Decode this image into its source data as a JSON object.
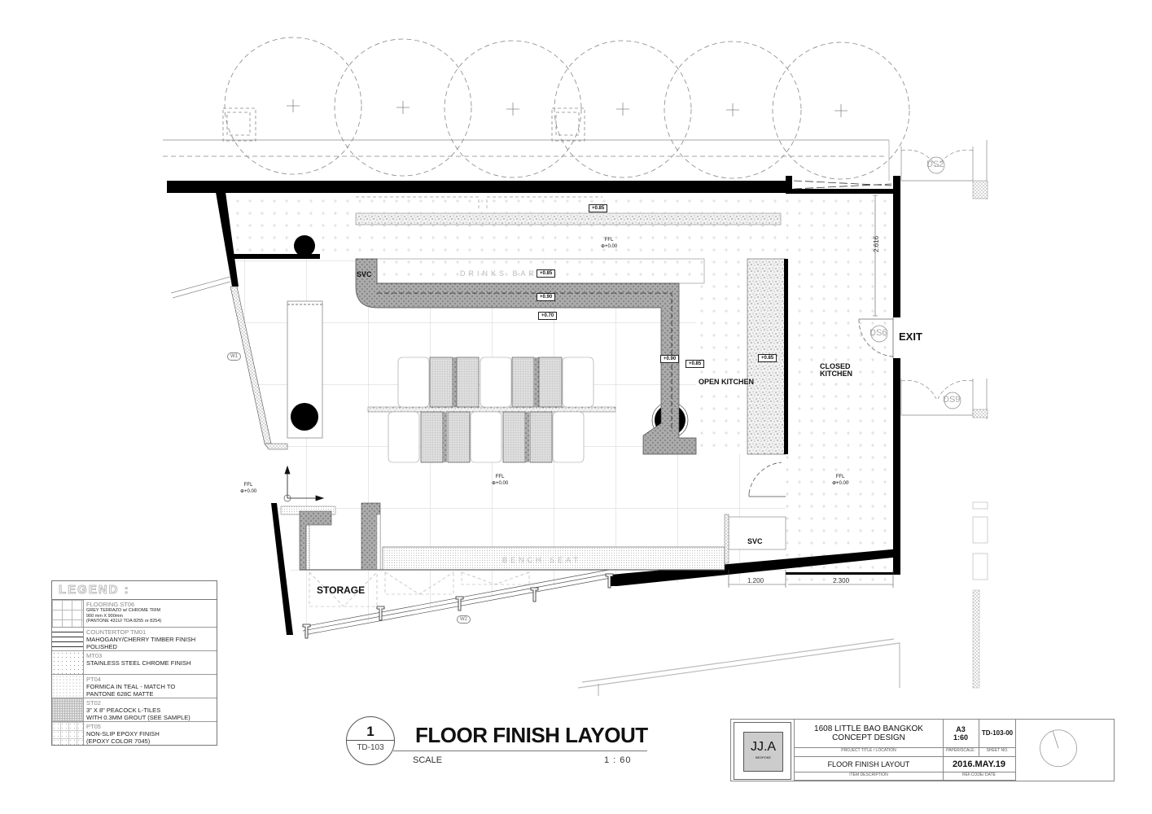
{
  "drawing": {
    "title": "FLOOR FINISH LAYOUT",
    "number": "1",
    "sheet_ref": "TD-103",
    "scale_label": "SCALE",
    "scale_value": "1 : 60"
  },
  "rooms": {
    "drinks_bar": "DRINKS BAR",
    "open_kitchen": "OPEN KITCHEN",
    "closed_kitchen_1": "CLOSED",
    "closed_kitchen_2": "KITCHEN",
    "storage": "STORAGE",
    "bench_seat": "BENCH SEAT",
    "svc_bar": "SVC",
    "svc_corner": "SVC",
    "exit": "EXIT"
  },
  "levels": {
    "top_counter": "+0.85",
    "drinks_bar_top": "+0.85",
    "drinks_bar_mid": "+0.90",
    "drinks_bar_low": "+0.70",
    "kitchen_counter_a": "+0.90",
    "kitchen_counter_b": "+0.85",
    "kitchen_island": "+0.85"
  },
  "ffl_markers": [
    {
      "label": "FFL",
      "value": "+0.00"
    },
    {
      "label": "FFL",
      "value": "+0.00"
    },
    {
      "label": "FFL",
      "value": "+0.00"
    },
    {
      "label": "FFL",
      "value": "+0.00"
    }
  ],
  "dimensions": {
    "svc_width": "1.200",
    "kitchen_width": "2.300",
    "exit_corridor": "2.616"
  },
  "tags": {
    "window_1": "W1",
    "window_2": "W2",
    "door_2": "DS2",
    "door_6": "DS6",
    "door_9": "DS9"
  },
  "legend": {
    "title": "LEGEND :",
    "items": [
      {
        "code": "FLOORING  ST06",
        "lines": [
          "GREY TERRAZO w/ CHROME TRIM",
          "900 mm X 900mm",
          "(PANTONE 431U/ TOA 8255 or 8254)"
        ],
        "small": true
      },
      {
        "code": "COUNTERTOP TM01",
        "lines": [
          "MAHOGANY/CHERRY TIMBER FINISH",
          "POLISHED"
        ],
        "small": false
      },
      {
        "code": "MT03",
        "lines": [
          "STAINLESS STEEL CHROME FINISH"
        ],
        "small": false
      },
      {
        "code": "PT04",
        "lines": [
          "FORMICA IN TEAL - MATCH TO",
          "PANTONE 628C MATTE"
        ],
        "small": false
      },
      {
        "code": "ST02",
        "lines": [
          "3\" X 8\" PEACOCK L-TILES",
          "WITH 0.3MM GROUT (SEE SAMPLE)"
        ],
        "small": false
      },
      {
        "code": "PT05",
        "lines": [
          "NON-SLIP EPOXY FINISH",
          "(EPOXY COLOR 7045)"
        ],
        "small": false
      }
    ]
  },
  "title_block": {
    "logo_main": "JJ.A",
    "logo_sub": "BESPOKE",
    "project_line1": "1608 LITTLE BAO BANGKOK",
    "project_line2": "CONCEPT DESIGN",
    "project_caption": "PROJECT TITLE / LOCATION",
    "paper": "A3",
    "scale": "1:60",
    "paper_caption": "PAPER/SCALE:",
    "sheet_no": "TD-103-00",
    "sheet_caption": "SHEET NO.",
    "item": "FLOOR FINISH LAYOUT",
    "item_caption": "ITEM DESCRIPTION",
    "date": "2016.MAY.19",
    "date_caption": "REF.CODE/ DATE"
  },
  "colors": {
    "wall": "#000000",
    "line": "#888888",
    "counter_fill": "#a9a9a9",
    "grid": "#cfcfcf"
  }
}
